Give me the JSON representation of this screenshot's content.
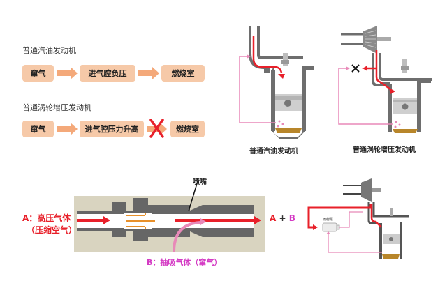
{
  "flow_diagram": {
    "na_engine": {
      "title": "普通汽油发动机",
      "steps": [
        "窜气",
        "进气腔负压",
        "燃烧室"
      ]
    },
    "turbo_engine": {
      "title": "普通涡轮增压发动机",
      "steps": [
        "窜气",
        "进气腔压力升高",
        "燃烧室"
      ],
      "blocked": true
    }
  },
  "engine_diagrams": {
    "na_caption": "普通汽油发动机",
    "turbo_caption": "普通涡轮增压发动机"
  },
  "ejector": {
    "nozzle_label": "喷嘴",
    "input_a_line1": "A：高压气体",
    "input_a_line2": "（压缩空气）",
    "input_b": "B：抽吸气体（窜气）",
    "output_a": "A",
    "output_plus": "+",
    "output_b": "B"
  },
  "combined_diagram": {
    "injector_label": "喷射泵"
  },
  "colors": {
    "flow_box": "#f6c9a8",
    "arrow_orange": "#f4a97a",
    "red": "#e8202a",
    "pink": "#e889b8",
    "magenta": "#d43bc4",
    "oil": "#b8862a",
    "metal": "#6e6e6e",
    "ejector_bg": "#d9d4c0"
  }
}
